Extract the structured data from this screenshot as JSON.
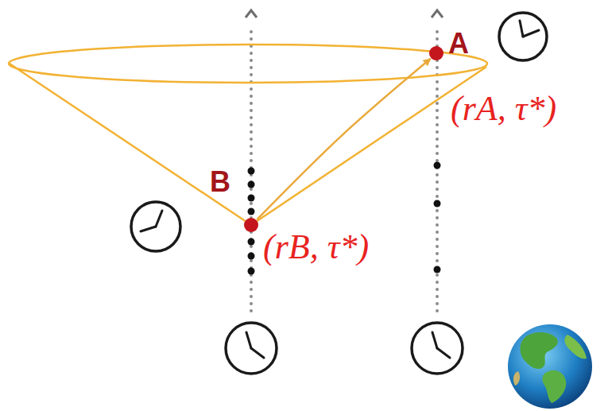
{
  "diagram": {
    "nodes": [
      {
        "text": [
          "A",
          "(rA, τ*)"
        ]
      },
      {
        "text": [
          "B",
          "(rB, τ*)"
        ]
      }
    ],
    "edges": [
      {
        "from": 1,
        "to": 0,
        "arrow": "to"
      }
    ]
  }
}
